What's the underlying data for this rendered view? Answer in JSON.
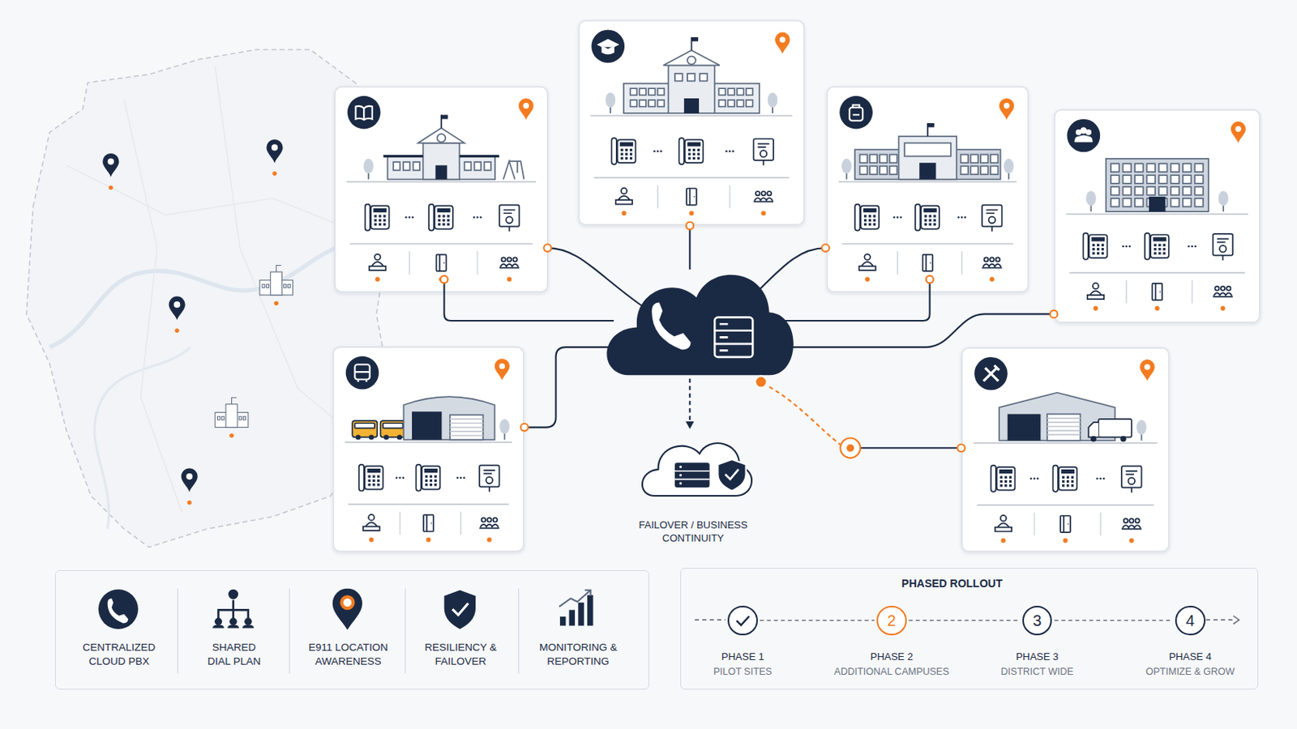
{
  "diagram": {
    "nodes": [
      {
        "text": [
          "FAILOVER / BUSINESS CONTINUITY"
        ]
      },
      {
        "text": [
          "CENTRALIZED CLOUD PBX",
          "SHARED DIAL PLAN",
          "E911 LOCATION AWARENESS",
          "RESILIENCY & FAILOVER",
          "MONITORING & REPORTING"
        ]
      },
      {
        "text": [
          "PHASED ROLLOUT"
        ]
      },
      {
        "text": [
          "PHASE 1",
          "PILOT SITES"
        ],
        "in": 2
      },
      {
        "text": [
          "2",
          "PHASE 2",
          "ADDITIONAL CAMPUSES"
        ],
        "in": 2
      },
      {
        "text": [
          "3",
          "PHASE 3",
          "DISTRICT WIDE"
        ],
        "in": 2
      },
      {
        "text": [
          "4",
          "PHASE 4",
          "OPTIMIZE & GROW"
        ],
        "in": 2
      }
    ],
    "edges": [
      {
        "from": 3,
        "to": 4,
        "arrow": "none"
      },
      {
        "from": 4,
        "to": 5,
        "arrow": "none"
      },
      {
        "from": 5,
        "to": 6,
        "arrow": "none"
      }
    ]
  }
}
